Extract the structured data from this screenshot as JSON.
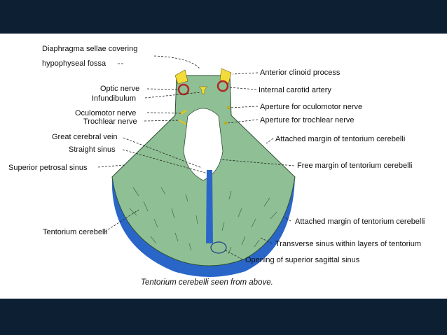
{
  "colors": {
    "background": "#0c1f33",
    "slide": "#ffffff",
    "tentorium": "#8fbf94",
    "sinus": "#2a66c8",
    "clinoid": "#f3dc3a",
    "carotid": "#b32626"
  },
  "labels": {
    "diaphragma_line1": "Diaphragma sellae covering",
    "diaphragma_line2": "hypophyseal fossa",
    "optic_nerve": "Optic nerve",
    "infundibulum": "Infundibulum",
    "oculomotor_nerve": "Oculomotor nerve",
    "trochlear_nerve": "Trochlear nerve",
    "great_cerebral_vein": "Great cerebral vein",
    "straight_sinus": "Straight sinus",
    "superior_petrosal_sinus": "Superior petrosal sinus",
    "tentorium_cerebelli": "Tentorium cerebelli",
    "anterior_clinoid": "Anterior clinoid process",
    "internal_carotid": "Internal carotid artery",
    "aperture_oculomotor": "Aperture for oculomotor nerve",
    "aperture_trochlear": "Aperture for trochlear nerve",
    "attached_margin_upper": "Attached margin of tentorium cerebelli",
    "free_margin": "Free margin of tentorium cerebelli",
    "attached_margin_lower": "Attached margin of tentorium cerebelli",
    "transverse_sinus": "Transverse sinus within layers of tentorium",
    "superior_sagittal": "Opening of superior sagittal sinus"
  },
  "caption": "Tentorium cerebelli seen from above."
}
